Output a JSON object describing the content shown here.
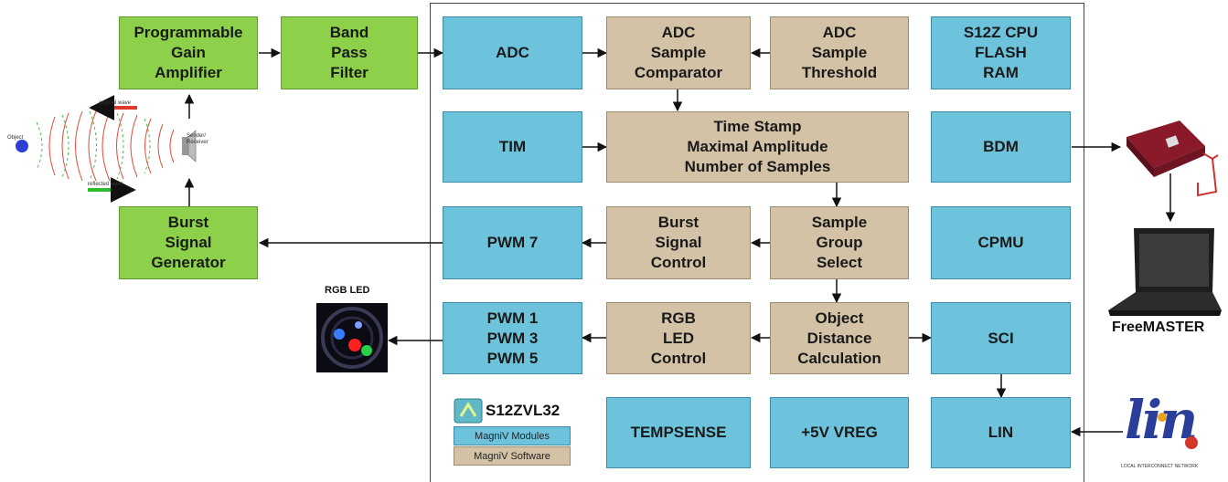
{
  "blocks": {
    "pga": "Programmable\nGain\nAmplifier",
    "bpf": "Band\nPass\nFilter",
    "burst_gen": "Burst\nSignal\nGenerator",
    "adc": "ADC",
    "adc_cmp": "ADC\nSample\nComparator",
    "adc_thr": "ADC\nSample\nThreshold",
    "cpu": "S12Z CPU\nFLASH\nRAM",
    "tim": "TIM",
    "timestamp": "Time Stamp\nMaximal Amplitude\nNumber of Samples",
    "bdm": "BDM",
    "pwm7": "PWM 7",
    "burst_ctrl": "Burst\nSignal\nControl",
    "sample_group": "Sample\nGroup\nSelect",
    "cpmu": "CPMU",
    "pwm135": "PWM 1\nPWM 3\nPWM 5",
    "rgb_ctrl": "RGB\nLED\nControl",
    "obj_dist": "Object\nDistance\nCalculation",
    "sci": "SCI",
    "tempsense": "TEMPSENSE",
    "vreg": "+5V VREG",
    "lin": "LIN"
  },
  "labels": {
    "rgb_led": "RGB LED",
    "freemaster": "FreeMASTER",
    "chip": "S12ZVL32",
    "legend_modules": "MagniV Modules",
    "legend_software": "MagniV Software",
    "object": "Object",
    "sender": "Sender/\nReceiver",
    "original_wave": "original wave",
    "reflected_wave": "reflected wave",
    "lin_logo": "lin",
    "lin_sub": "LOCAL INTERCONNECT NETWORK"
  },
  "colors": {
    "module": "#6ec3dc",
    "software": "#d3c2a6",
    "analog": "#8dd14a",
    "original_wave": "#e03a2c",
    "reflected_wave": "#2cbc2c"
  }
}
